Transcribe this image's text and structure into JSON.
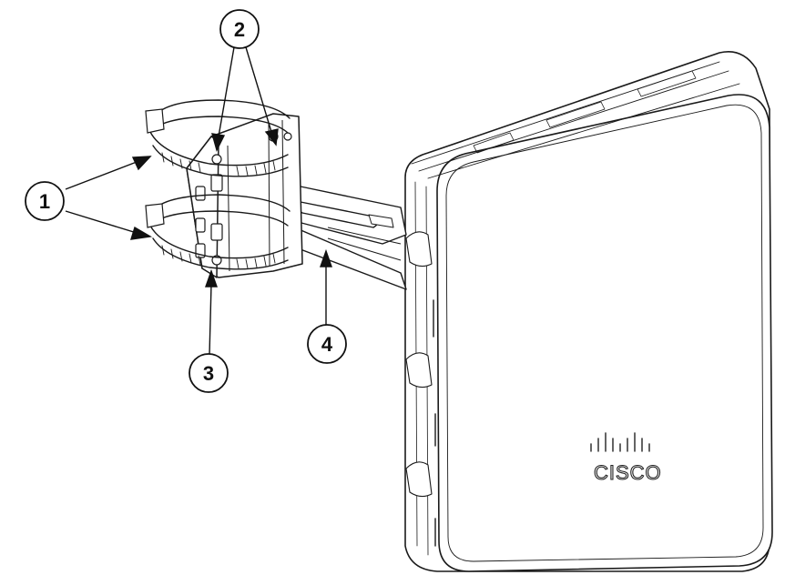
{
  "callouts": [
    {
      "id": "1",
      "label": "1"
    },
    {
      "id": "2",
      "label": "2"
    },
    {
      "id": "3",
      "label": "3"
    },
    {
      "id": "4",
      "label": "4"
    }
  ],
  "logo": {
    "wordmark": "CISCO"
  },
  "colors": {
    "line": "#1a1a1a",
    "fill": "#ffffff",
    "shade": "#d9d9d9"
  }
}
